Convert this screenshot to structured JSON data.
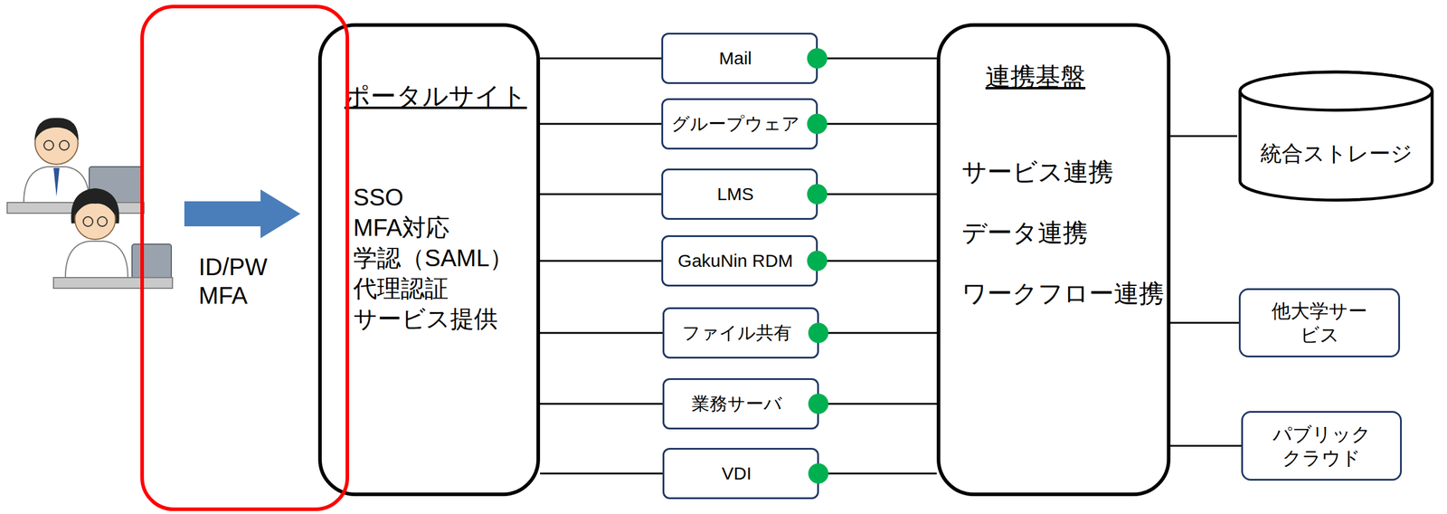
{
  "diagram": {
    "nodes": [
      {
        "text": [
          "ID/PW MFA"
        ]
      },
      {
        "text": [
          "ポータルサイト",
          "SSO",
          "MFA対応",
          "学認（SAML）",
          "代理認証",
          "サービス提供"
        ]
      },
      {
        "text": [
          "Mail"
        ]
      },
      {
        "text": [
          "グループウェア"
        ]
      },
      {
        "text": [
          "LMS"
        ]
      },
      {
        "text": [
          "GakuNin RDM"
        ]
      },
      {
        "text": [
          "ファイル共有"
        ]
      },
      {
        "text": [
          "業務サーバ"
        ]
      },
      {
        "text": [
          "VDI"
        ]
      },
      {
        "text": [
          "連携基盤",
          "サービス連携",
          "データ連携",
          "ワークフロー連携"
        ]
      },
      {
        "text": [
          "統合ストレージ"
        ]
      },
      {
        "text": [
          "他大学サービス"
        ]
      },
      {
        "text": [
          "パブリック クラウド"
        ]
      }
    ],
    "edges": [
      {
        "from": 1,
        "to": 2,
        "arrow": "none"
      },
      {
        "from": 1,
        "to": 3,
        "arrow": "none"
      },
      {
        "from": 1,
        "to": 4,
        "arrow": "none"
      },
      {
        "from": 1,
        "to": 5,
        "arrow": "none"
      },
      {
        "from": 1,
        "to": 6,
        "arrow": "none"
      },
      {
        "from": 1,
        "to": 7,
        "arrow": "none"
      },
      {
        "from": 1,
        "to": 8,
        "arrow": "none"
      },
      {
        "from": 2,
        "to": 9,
        "arrow": "none"
      },
      {
        "from": 3,
        "to": 9,
        "arrow": "none"
      },
      {
        "from": 4,
        "to": 9,
        "arrow": "none"
      },
      {
        "from": 5,
        "to": 9,
        "arrow": "none"
      },
      {
        "from": 6,
        "to": 9,
        "arrow": "none"
      },
      {
        "from": 7,
        "to": 9,
        "arrow": "none"
      },
      {
        "from": 8,
        "to": 9,
        "arrow": "none"
      },
      {
        "from": 9,
        "to": 10,
        "arrow": "none"
      },
      {
        "from": 9,
        "to": 11,
        "arrow": "none"
      },
      {
        "from": 9,
        "to": 12,
        "arrow": "none"
      }
    ]
  }
}
